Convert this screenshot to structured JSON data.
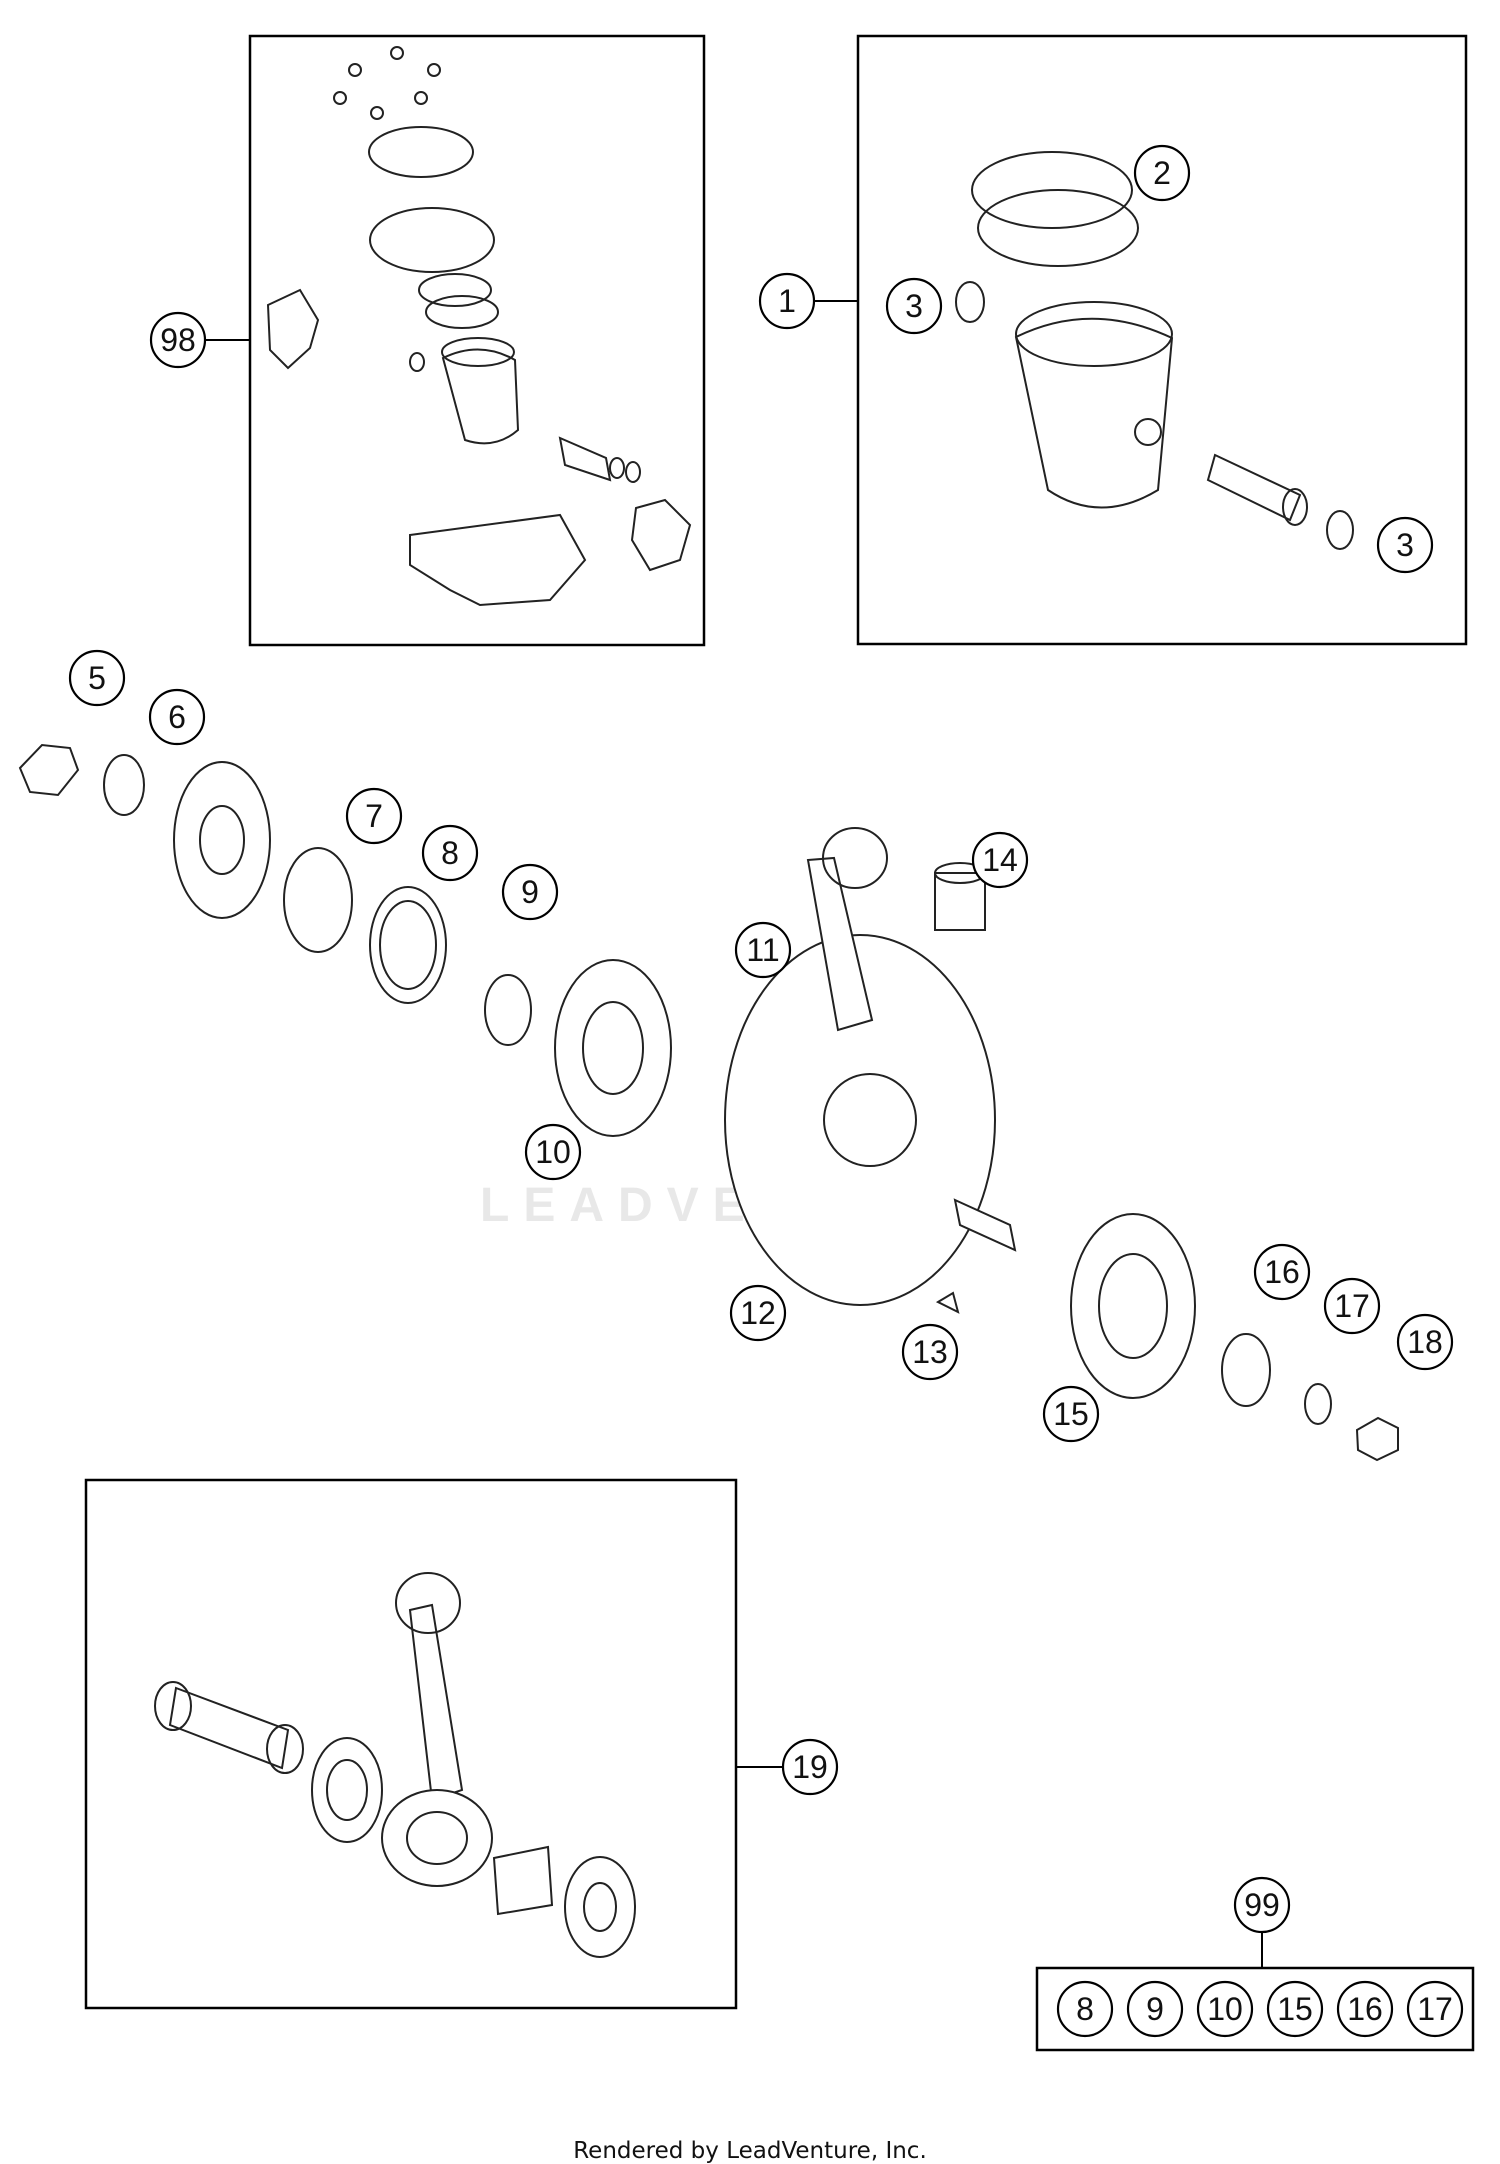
{
  "diagram": {
    "watermark": "LEADVENTURE",
    "footer": "Rendered by LeadVenture, Inc.",
    "callouts": {
      "c98": "98",
      "c1": "1",
      "c2": "2",
      "c3a": "3",
      "c3b": "3",
      "c5": "5",
      "c6": "6",
      "c7": "7",
      "c8": "8",
      "c9": "9",
      "c10": "10",
      "c11": "11",
      "c12": "12",
      "c13": "13",
      "c14": "14",
      "c15": "15",
      "c16": "16",
      "c17": "17",
      "c18": "18",
      "c19": "19",
      "c99": "99"
    },
    "kit99_items": [
      "8",
      "9",
      "10",
      "15",
      "16",
      "17"
    ]
  }
}
